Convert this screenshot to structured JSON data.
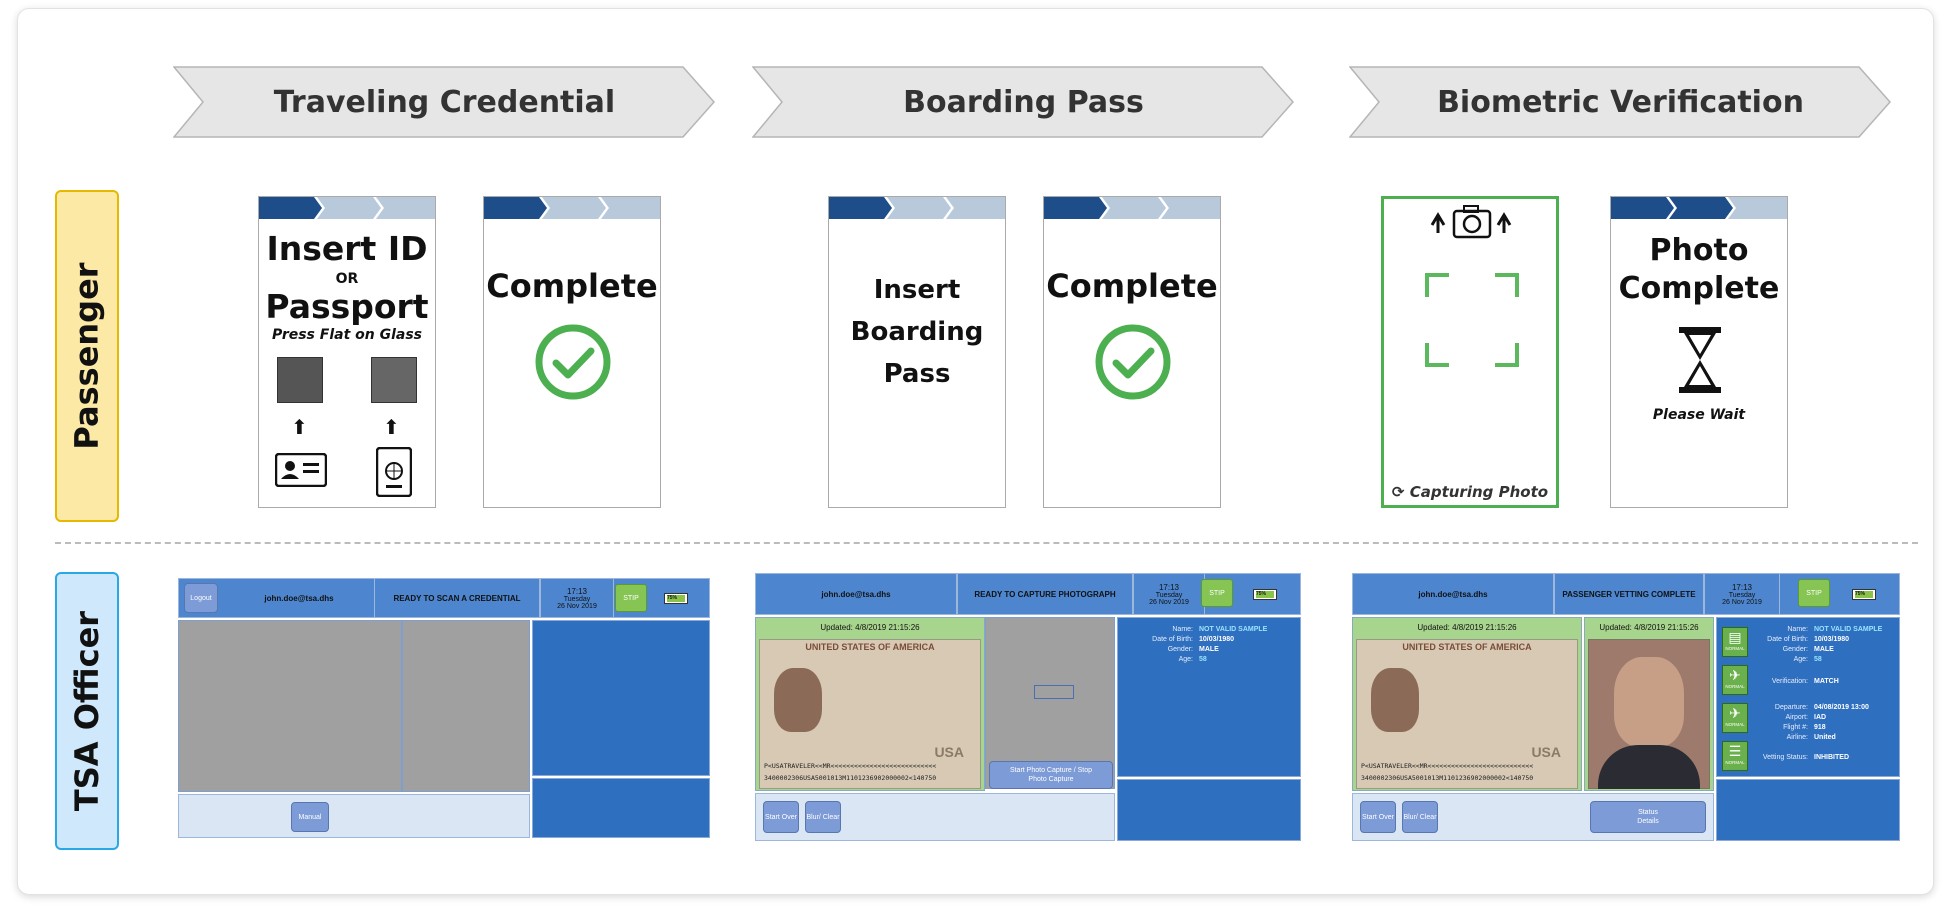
{
  "stages": [
    "Traveling Credential",
    "Boarding Pass",
    "Biometric Verification"
  ],
  "rows": {
    "passenger": "Passenger",
    "officer": "TSA Officer"
  },
  "colors": {
    "passenger_fill": "#fde9a6",
    "passenger_border": "#e6b800",
    "officer_fill": "#cfe8fb",
    "officer_border": "#29a8e8",
    "check_green": "#4caf50",
    "officer_blue": "#2f6fc0"
  },
  "passenger_screens": {
    "insert_id": {
      "line1": "Insert ID",
      "line2": "OR",
      "line3": "Passport",
      "line4": "Press Flat on Glass"
    },
    "complete_1": {
      "text": "Complete"
    },
    "insert_bp": {
      "line1": "Insert",
      "line2": "Boarding",
      "line3": "Pass"
    },
    "complete_2": {
      "text": "Complete"
    },
    "capturing": {
      "text": "Capturing Photo"
    },
    "photo_complete": {
      "line1": "Photo",
      "line2": "Complete",
      "line3": "Please Wait"
    }
  },
  "officer": {
    "panel1": {
      "logout": "Logout",
      "user": "john.doe@tsa.dhs",
      "status": "READY TO SCAN A CREDENTIAL",
      "time": "17:13",
      "day": "Tuesday",
      "date": "26 Nov 2019",
      "stip": "STIP",
      "battery": "75%",
      "manual": "Manual"
    },
    "panel2": {
      "user": "john.doe@tsa.dhs",
      "status": "READY TO CAPTURE PHOTOGRAPH",
      "time": "17:13",
      "day": "Tuesday",
      "date": "26 Nov 2019",
      "stip": "STIP",
      "battery": "75%",
      "updated": "Updated: 4/8/2019 21:15:26",
      "capture_btn": "Start Photo Capture / Stop Photo Capture",
      "start_over": "Start Over",
      "blur_clear": "Blur/ Clear",
      "info": [
        {
          "k": "Name:",
          "v": "NOT VALID SAMPLE"
        },
        {
          "k": "Date of Birth:",
          "v": "10/03/1980"
        },
        {
          "k": "Gender:",
          "v": "MALE"
        },
        {
          "k": "Age:",
          "v": "58"
        }
      ]
    },
    "panel3": {
      "user": "john.doe@tsa.dhs",
      "status": "PASSENGER VETTING COMPLETE",
      "time": "17:13",
      "day": "Tuesday",
      "date": "26 Nov 2019",
      "stip": "STIP",
      "battery": "75%",
      "updated_a": "Updated: 4/8/2019 21:15:26",
      "updated_b": "Updated: 4/8/2019 21:15:26",
      "start_over": "Start Over",
      "blur_clear": "Blur/ Clear",
      "status_details": "Status Details",
      "info": [
        {
          "k": "Name:",
          "v": "NOT VALID SAMPLE"
        },
        {
          "k": "Date of Birth:",
          "v": "10/03/1980"
        },
        {
          "k": "Gender:",
          "v": "MALE"
        },
        {
          "k": "Age:",
          "v": "58"
        }
      ],
      "verification": {
        "k": "Verification:",
        "v": "MATCH"
      },
      "flight": [
        {
          "k": "Departure:",
          "v": "04/08/2019 13:00"
        },
        {
          "k": "Airport:",
          "v": "IAD"
        },
        {
          "k": "Flight #:",
          "v": "918"
        },
        {
          "k": "Airline:",
          "v": "United"
        }
      ],
      "vetting": {
        "k": "Vetting Status:",
        "v": "INHIBITED"
      },
      "icon_label": "NORMAL"
    },
    "passport": {
      "header": "UNITED STATES OF AMERICA",
      "country": "USA",
      "mrz1": "P<USATRAVELER<<MR<<<<<<<<<<<<<<<<<<<<<<<<<<<",
      "mrz2": "3400002306USA5001013M1101236902000002<140750"
    }
  }
}
